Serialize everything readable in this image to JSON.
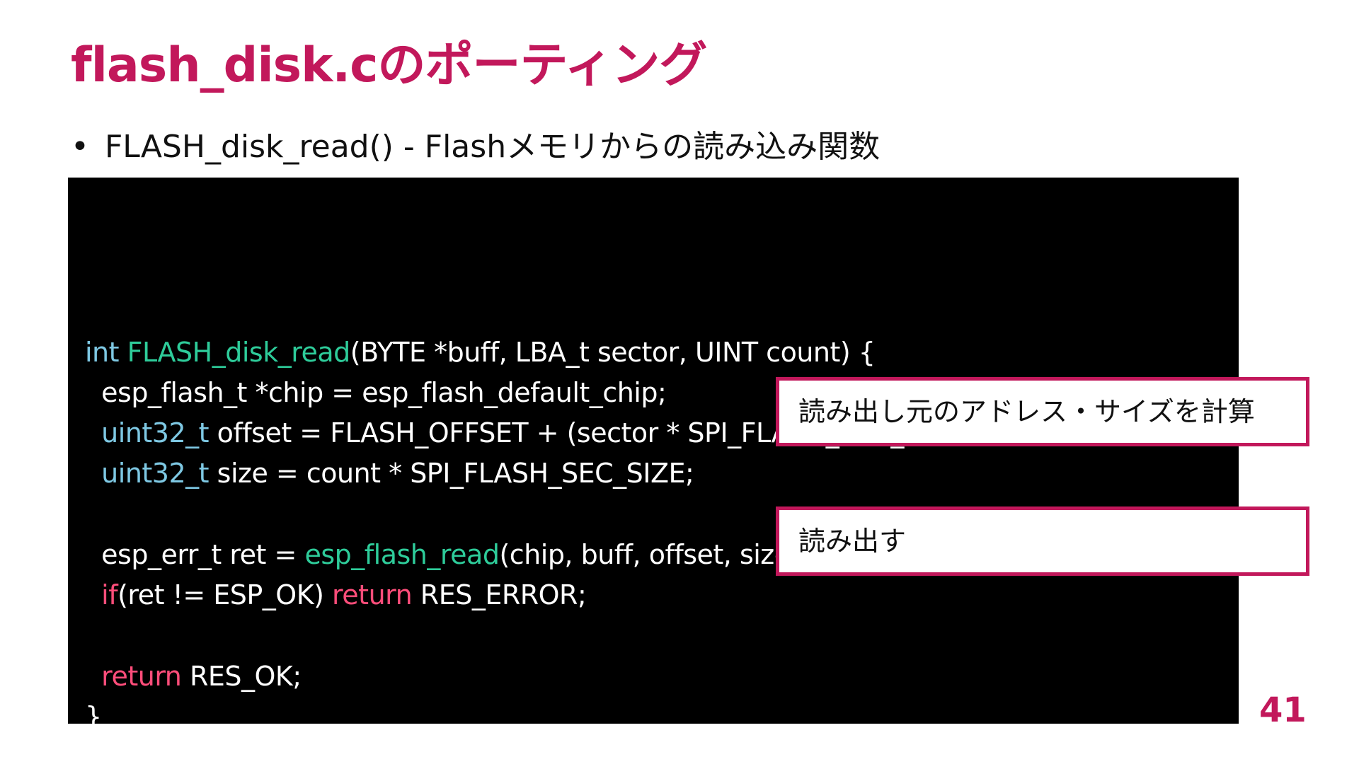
{
  "colors": {
    "accent": "#c2185b",
    "code_background": "#000000",
    "code_text": "#ffffff",
    "code_type": "#7ec8e3",
    "code_function": "#2ecc9a",
    "code_keyword": "#ff4d7a"
  },
  "title": "flash_disk.cのポーティング",
  "bullet": {
    "marker": "•",
    "text": "FLASH_disk_read() - Flashメモリからの読み込み関数"
  },
  "code": {
    "lines": [
      [],
      [],
      [
        {
          "t": "int ",
          "k": "type"
        },
        {
          "t": "FLASH_disk_read",
          "k": "function"
        },
        {
          "t": "(BYTE *buff, LBA_t sector, UINT count) {",
          "k": "plain"
        }
      ],
      [
        {
          "t": "  esp_flash_t *chip = esp_flash_default_chip;",
          "k": "plain"
        }
      ],
      [
        {
          "t": "  ",
          "k": "plain"
        },
        {
          "t": "uint32_t",
          "k": "type"
        },
        {
          "t": " offset = FLASH_OFFSET + (sector * SPI_FLASH_SEC_SIZE);",
          "k": "plain"
        }
      ],
      [
        {
          "t": "  ",
          "k": "plain"
        },
        {
          "t": "uint32_t",
          "k": "type"
        },
        {
          "t": " size = count * SPI_FLASH_SEC_SIZE;",
          "k": "plain"
        }
      ],
      [],
      [
        {
          "t": "  esp_err_t ret = ",
          "k": "plain"
        },
        {
          "t": "esp_flash_read",
          "k": "function"
        },
        {
          "t": "(chip, buff, offset, size);",
          "k": "plain"
        }
      ],
      [
        {
          "t": "  ",
          "k": "plain"
        },
        {
          "t": "if",
          "k": "keyword"
        },
        {
          "t": "(ret != ESP_OK) ",
          "k": "plain"
        },
        {
          "t": "return",
          "k": "keyword"
        },
        {
          "t": " RES_ERROR;",
          "k": "plain"
        }
      ],
      [],
      [
        {
          "t": "  ",
          "k": "plain"
        },
        {
          "t": "return",
          "k": "keyword"
        },
        {
          "t": " RES_OK;",
          "k": "plain"
        }
      ],
      [
        {
          "t": "}",
          "k": "plain"
        }
      ]
    ]
  },
  "callouts": [
    {
      "text": "読み出し元のアドレス・サイズを計算"
    },
    {
      "text": "読み出す"
    }
  ],
  "page_number": "41"
}
